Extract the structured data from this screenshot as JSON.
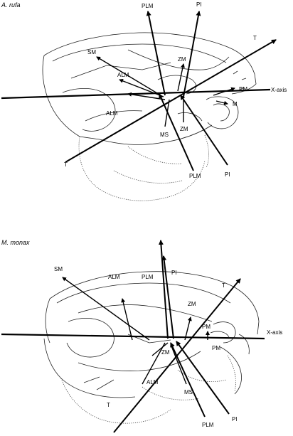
{
  "panels": {
    "top": {
      "title": "A. rufa",
      "axis_label": "X-axis",
      "labels": {
        "plm_top": "PLM",
        "pi_top": "PI",
        "t_top": "T",
        "sm": "SM",
        "zm_top": "ZM",
        "alm_top": "ALM",
        "pm": "PM",
        "alm_bottom": "ALM",
        "ms": "MS",
        "zm_bottom": "ZM",
        "m": "M",
        "t_bottom": "T",
        "plm_bottom": "PLM",
        "pi_bottom": "PI"
      }
    },
    "bottom": {
      "title": "M. monax",
      "axis_label": "X-axis",
      "labels": {
        "sm": "SM",
        "alm_top": "ALM",
        "plm_top": "PLM",
        "pi_top": "PI",
        "t_top": "T",
        "zm_top": "ZM",
        "pm_top": "PM",
        "pm_bottom": "PM",
        "zm_bottom": "ZM",
        "alm_bottom": "ALM",
        "ms": "MS",
        "t_bottom": "T",
        "plm_bottom": "PLM",
        "pi_bottom": "PI"
      }
    }
  }
}
